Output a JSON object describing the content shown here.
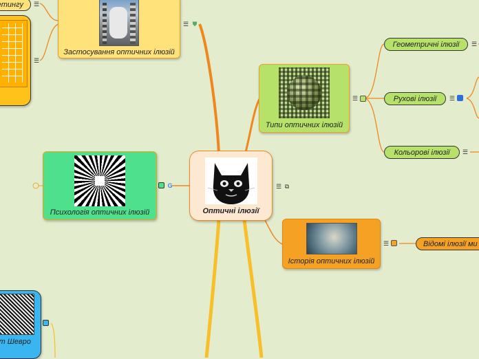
{
  "central": {
    "label": "Оптичні ілюзії",
    "image": "black-cat-icon"
  },
  "topics": {
    "applications": {
      "label": "Застосування оптичних ілюзій",
      "image": "building-mural"
    },
    "types": {
      "label": "Типи оптичних ілюзій",
      "image": "checkered-sphere-illusion"
    },
    "psychology": {
      "label": "Психологія оптичних ілюзій",
      "image": "stripe-tunnel-illusion"
    },
    "history": {
      "label": "Історія оптичних ілюзій",
      "image": "painting-face"
    }
  },
  "subtopics": {
    "geometric": "Геометричні ілюзії",
    "motion": "Рухові ілюзії",
    "color": "Кольорові ілюзії",
    "famous": "Відомі ілюзії ми",
    "marketing": "етингу",
    "chevreul": "т Шевро"
  },
  "colors": {
    "central_fill": "#fde8d2",
    "central_border": "#f08a24",
    "applications_fill": "#ffe27a",
    "types_fill": "#b7e26a",
    "psychology_fill": "#4fe08e",
    "history_fill": "#f5a224",
    "pill_green": "#b7e26a",
    "pill_orange": "#f5a224",
    "pill_yellow": "#ffe27a",
    "chevreul_fill": "#39b6f0",
    "connector": "#f08a24"
  }
}
